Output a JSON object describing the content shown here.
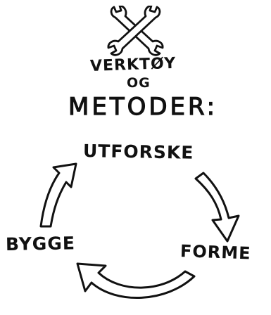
{
  "title": {
    "line1": "VERKTØY",
    "line2": "OG",
    "line3": "METODER:"
  },
  "cycle": {
    "steps": [
      "UTFORSKE",
      "FORME",
      "BYGGE"
    ]
  },
  "icons": {
    "header": "crossed-wrench-icon",
    "arrows": "hand-drawn-cycle-arrow-icon"
  },
  "colors": {
    "ink": "#111111",
    "background": "#ffffff"
  }
}
